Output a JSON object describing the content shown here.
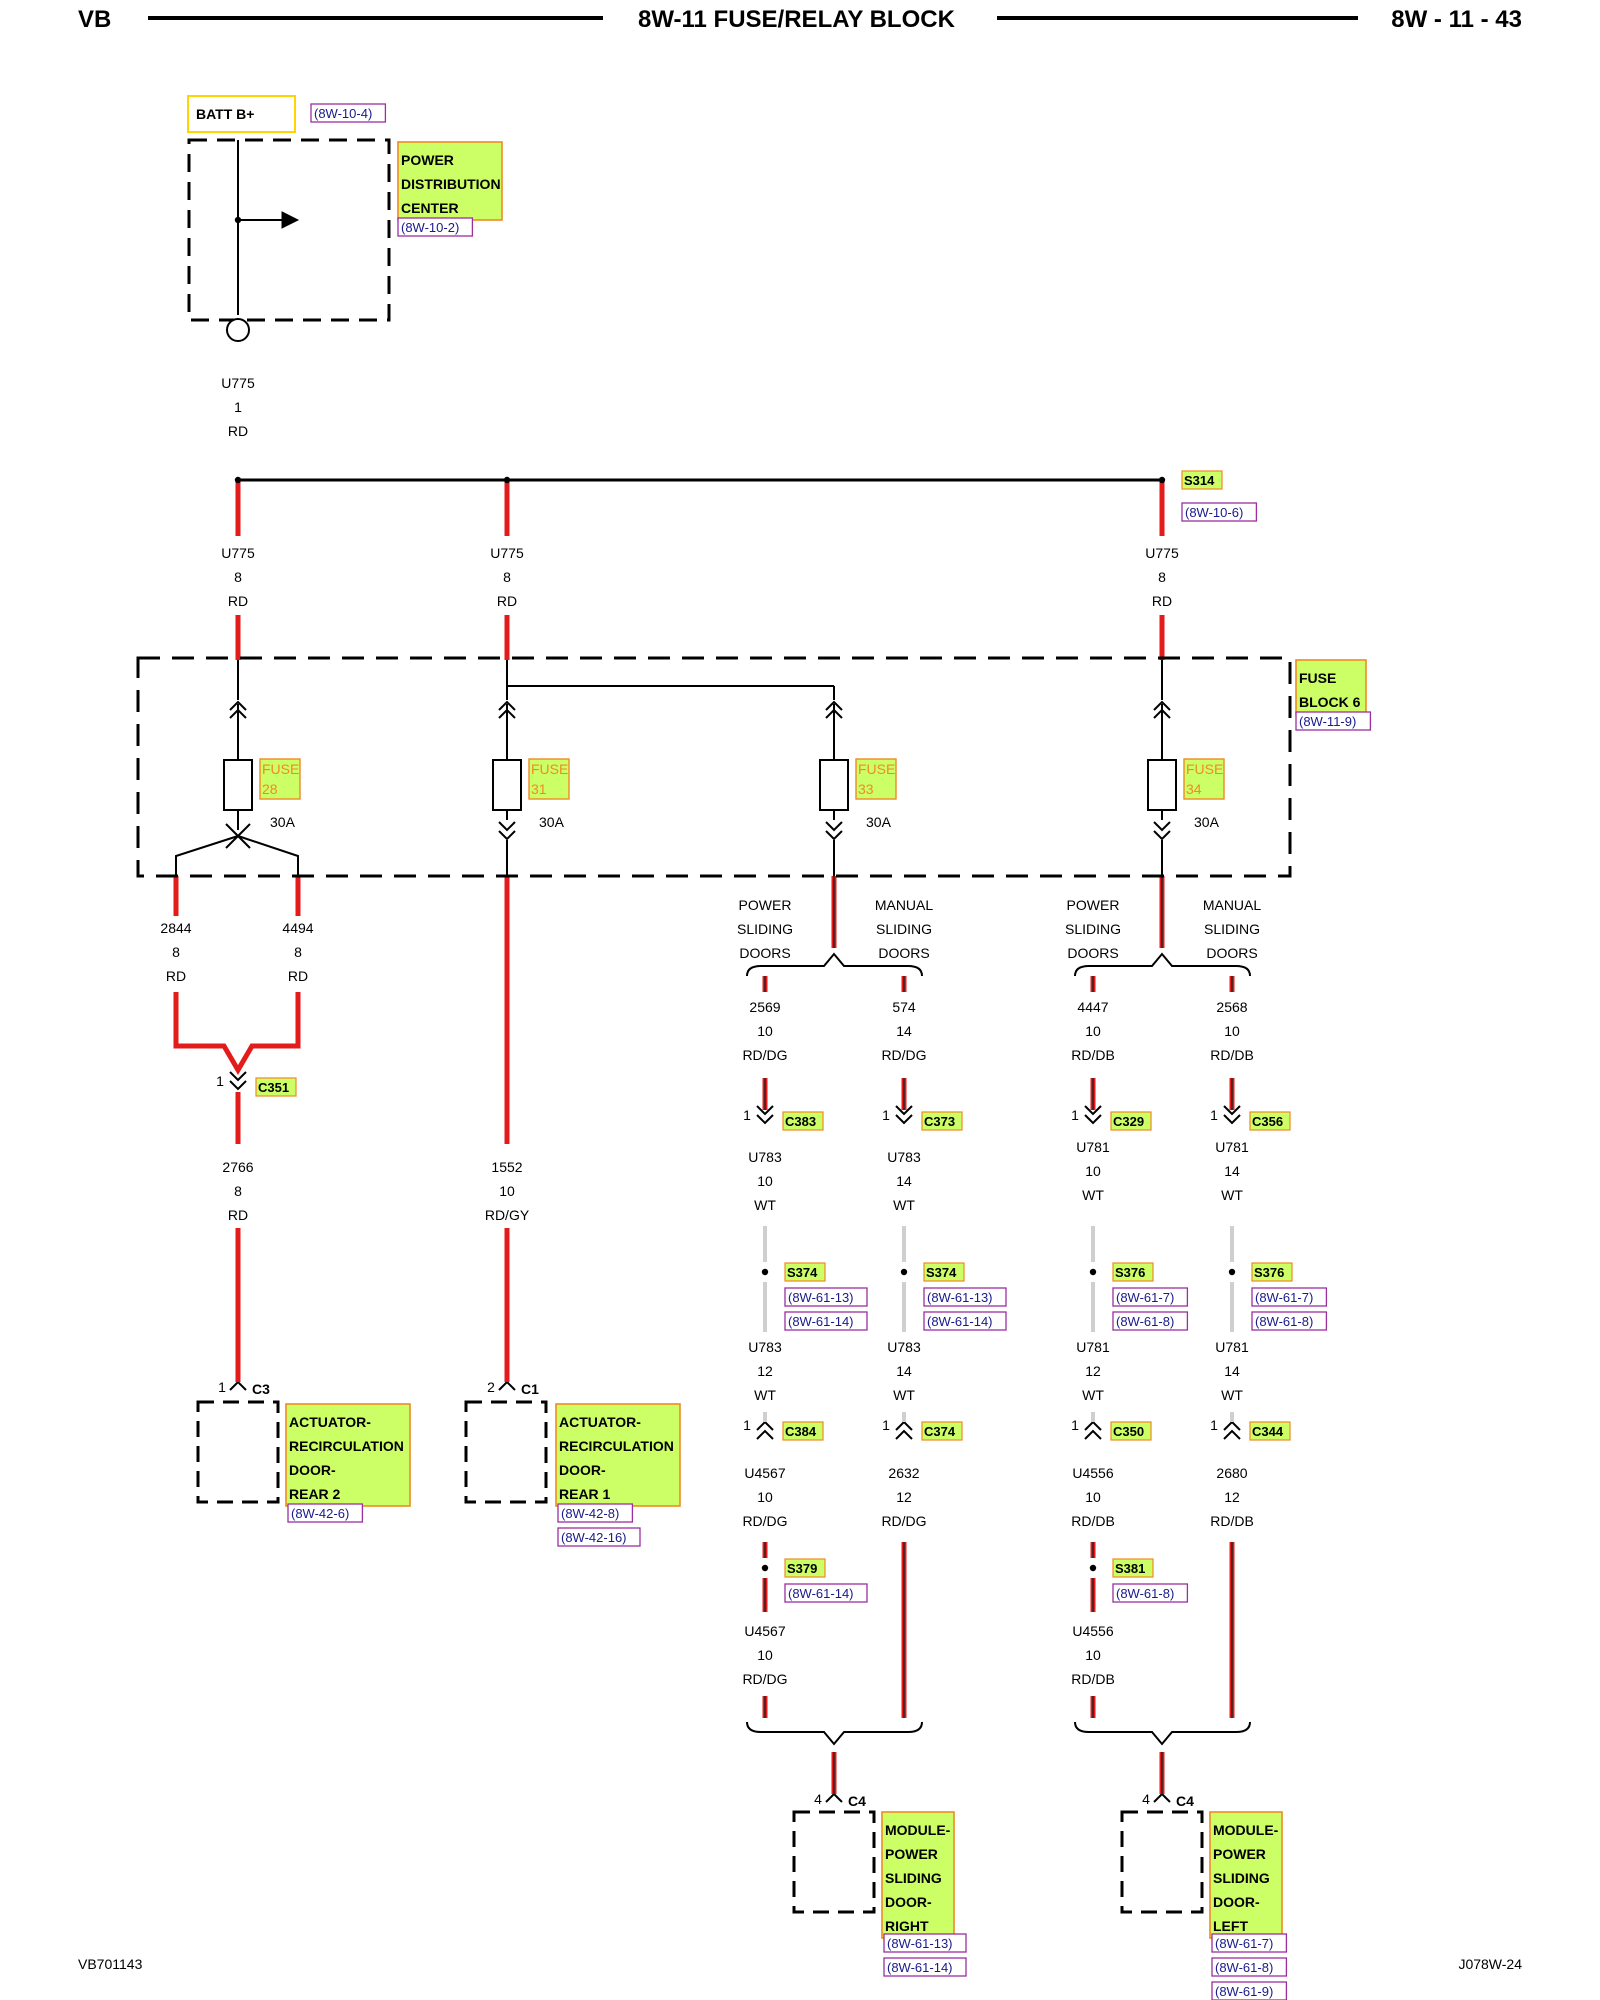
{
  "header": {
    "left": "VB",
    "center": "8W-11 FUSE/RELAY BLOCK",
    "right": "8W - 11 - 43"
  },
  "footer": {
    "left": "VB701143",
    "right": "J078W-24"
  },
  "batt": {
    "label": "BATT B+",
    "ref": "(8W-10-4)"
  },
  "pdc": {
    "lines": [
      "POWER",
      "DISTRIBUTION",
      "CENTER"
    ],
    "ref": "(8W-10-2)"
  },
  "wires": {
    "u775_top": {
      "circuit": "U775",
      "gauge": "1",
      "color": "RD"
    },
    "u775_a": {
      "circuit": "U775",
      "gauge": "8",
      "color": "RD"
    },
    "u775_b": {
      "circuit": "U775",
      "gauge": "8",
      "color": "RD"
    },
    "u775_c": {
      "circuit": "U775",
      "gauge": "8",
      "color": "RD"
    },
    "w2844": {
      "circuit": "2844",
      "gauge": "8",
      "color": "RD"
    },
    "w4494": {
      "circuit": "4494",
      "gauge": "8",
      "color": "RD"
    },
    "w2766": {
      "circuit": "2766",
      "gauge": "8",
      "color": "RD"
    },
    "w1552": {
      "circuit": "1552",
      "gauge": "10",
      "color": "RD/GY"
    },
    "w2569": {
      "circuit": "2569",
      "gauge": "10",
      "color": "RD/DG"
    },
    "w574": {
      "circuit": "574",
      "gauge": "14",
      "color": "RD/DG"
    },
    "w4447": {
      "circuit": "4447",
      "gauge": "10",
      "color": "RD/DB"
    },
    "w2568": {
      "circuit": "2568",
      "gauge": "10",
      "color": "RD/DB"
    },
    "u783_a1": {
      "circuit": "U783",
      "gauge": "10",
      "color": "WT"
    },
    "u783_b1": {
      "circuit": "U783",
      "gauge": "14",
      "color": "WT"
    },
    "u781_a1": {
      "circuit": "U781",
      "gauge": "10",
      "color": "WT"
    },
    "u781_b1": {
      "circuit": "U781",
      "gauge": "14",
      "color": "WT"
    },
    "u783_a2": {
      "circuit": "U783",
      "gauge": "12",
      "color": "WT"
    },
    "u783_b2": {
      "circuit": "U783",
      "gauge": "14",
      "color": "WT"
    },
    "u781_a2": {
      "circuit": "U781",
      "gauge": "12",
      "color": "WT"
    },
    "u781_b2": {
      "circuit": "U781",
      "gauge": "14",
      "color": "WT"
    },
    "u4567_1": {
      "circuit": "U4567",
      "gauge": "10",
      "color": "RD/DG"
    },
    "w2632": {
      "circuit": "2632",
      "gauge": "12",
      "color": "RD/DG"
    },
    "u4556_1": {
      "circuit": "U4556",
      "gauge": "10",
      "color": "RD/DB"
    },
    "w2680": {
      "circuit": "2680",
      "gauge": "12",
      "color": "RD/DB"
    },
    "u4567_2": {
      "circuit": "U4567",
      "gauge": "10",
      "color": "RD/DG"
    },
    "u4556_2": {
      "circuit": "U4556",
      "gauge": "10",
      "color": "RD/DB"
    }
  },
  "splices": {
    "s314": {
      "label": "S314",
      "refs": [
        "(8W-10-6)"
      ]
    },
    "s374a": {
      "label": "S374",
      "refs": [
        "(8W-61-13)",
        "(8W-61-14)"
      ]
    },
    "s374b": {
      "label": "S374",
      "refs": [
        "(8W-61-13)",
        "(8W-61-14)"
      ]
    },
    "s376a": {
      "label": "S376",
      "refs": [
        "(8W-61-7)",
        "(8W-61-8)"
      ]
    },
    "s376b": {
      "label": "S376",
      "refs": [
        "(8W-61-7)",
        "(8W-61-8)"
      ]
    },
    "s379": {
      "label": "S379",
      "refs": [
        "(8W-61-14)"
      ]
    },
    "s381": {
      "label": "S381",
      "refs": [
        "(8W-61-8)"
      ]
    }
  },
  "fuse_block": {
    "lines": [
      "FUSE",
      "BLOCK 6"
    ],
    "ref": "(8W-11-9)"
  },
  "fuses": [
    {
      "label": "FUSE",
      "number": "28",
      "rating": "30A"
    },
    {
      "label": "FUSE",
      "number": "31",
      "rating": "30A"
    },
    {
      "label": "FUSE",
      "number": "33",
      "rating": "30A"
    },
    {
      "label": "FUSE",
      "number": "34",
      "rating": "30A"
    }
  ],
  "branch_labels": {
    "power": [
      "POWER",
      "SLIDING",
      "DOORS"
    ],
    "manual": [
      "MANUAL",
      "SLIDING",
      "DOORS"
    ]
  },
  "connectors": {
    "c351": {
      "label": "C351",
      "pin": "1"
    },
    "c383": {
      "label": "C383",
      "pin": "1"
    },
    "c373": {
      "label": "C373",
      "pin": "1"
    },
    "c329": {
      "label": "C329",
      "pin": "1"
    },
    "c356": {
      "label": "C356",
      "pin": "1"
    },
    "c384": {
      "label": "C384",
      "pin": "1"
    },
    "c374": {
      "label": "C374",
      "pin": "1"
    },
    "c350": {
      "label": "C350",
      "pin": "1"
    },
    "c344": {
      "label": "C344",
      "pin": "1"
    },
    "c3": {
      "label": "C3",
      "pin": "1"
    },
    "c1": {
      "label": "C1",
      "pin": "2"
    },
    "c4r": {
      "label": "C4",
      "pin": "4"
    },
    "c4l": {
      "label": "C4",
      "pin": "4"
    }
  },
  "components": {
    "act_rear2": {
      "lines": [
        "ACTUATOR-",
        "RECIRCULATION",
        "DOOR-",
        "REAR 2"
      ],
      "refs": [
        "(8W-42-6)"
      ]
    },
    "act_rear1": {
      "lines": [
        "ACTUATOR-",
        "RECIRCULATION",
        "DOOR-",
        "REAR 1"
      ],
      "refs": [
        "(8W-42-8)",
        "(8W-42-16)"
      ]
    },
    "mod_right": {
      "lines": [
        "MODULE-",
        "POWER",
        "SLIDING",
        "DOOR-",
        "RIGHT"
      ],
      "refs": [
        "(8W-61-13)",
        "(8W-61-14)"
      ]
    },
    "mod_left": {
      "lines": [
        "MODULE-",
        "POWER",
        "SLIDING",
        "DOOR-",
        "LEFT"
      ],
      "refs": [
        "(8W-61-7)",
        "(8W-61-8)",
        "(8W-61-9)"
      ]
    }
  },
  "colors": {
    "wire_red": "#e41b1b",
    "wire_white": "#cfcfcf",
    "highlight": "#ccff66",
    "highlight_border": "#f08a24",
    "ref_border": "#9b2fa0",
    "ref_text": "#1a1a8c",
    "batt_border": "#ffd400"
  }
}
